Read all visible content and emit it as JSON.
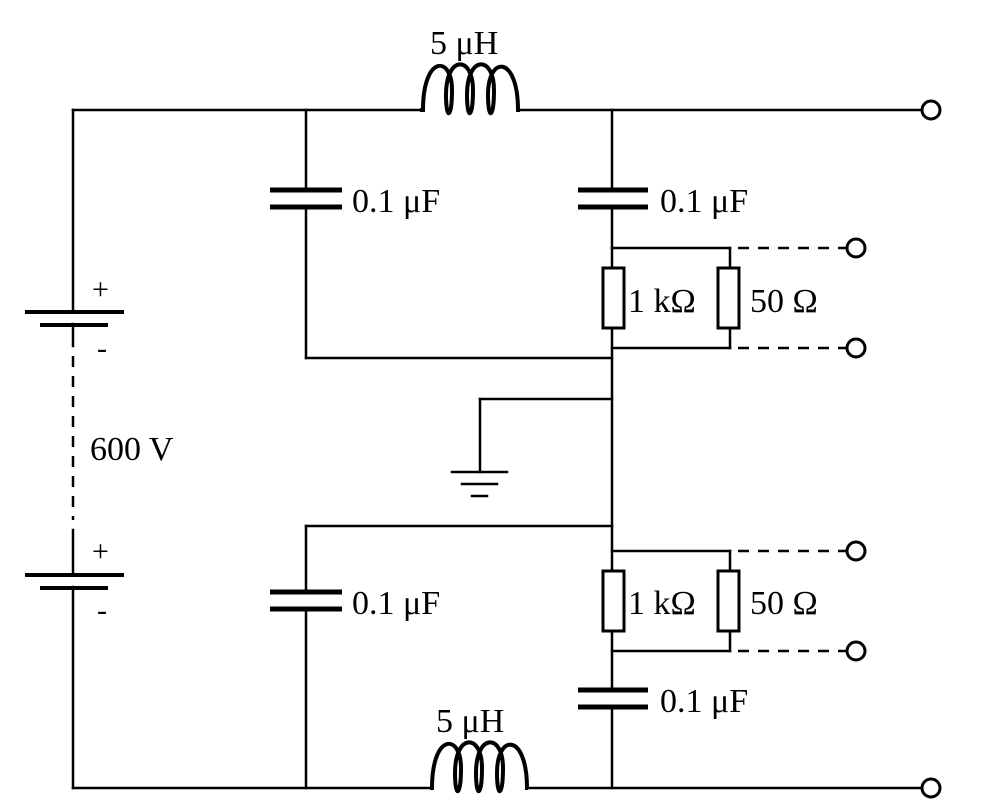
{
  "labels": {
    "inductor_top": "5 μH",
    "inductor_bottom": "5 μH",
    "cap_top_left": "0.1 μF",
    "cap_top_right": "0.1 μF",
    "cap_bottom_left": "0.1 μF",
    "cap_bottom_right": "0.1 μF",
    "res_top_main": "1 kΩ",
    "res_top_load": "50 Ω",
    "res_bottom_main": "1 kΩ",
    "res_bottom_load": "50 Ω",
    "supply_voltage": "600 V",
    "plus_sign": "+",
    "minus_sign": "-"
  }
}
